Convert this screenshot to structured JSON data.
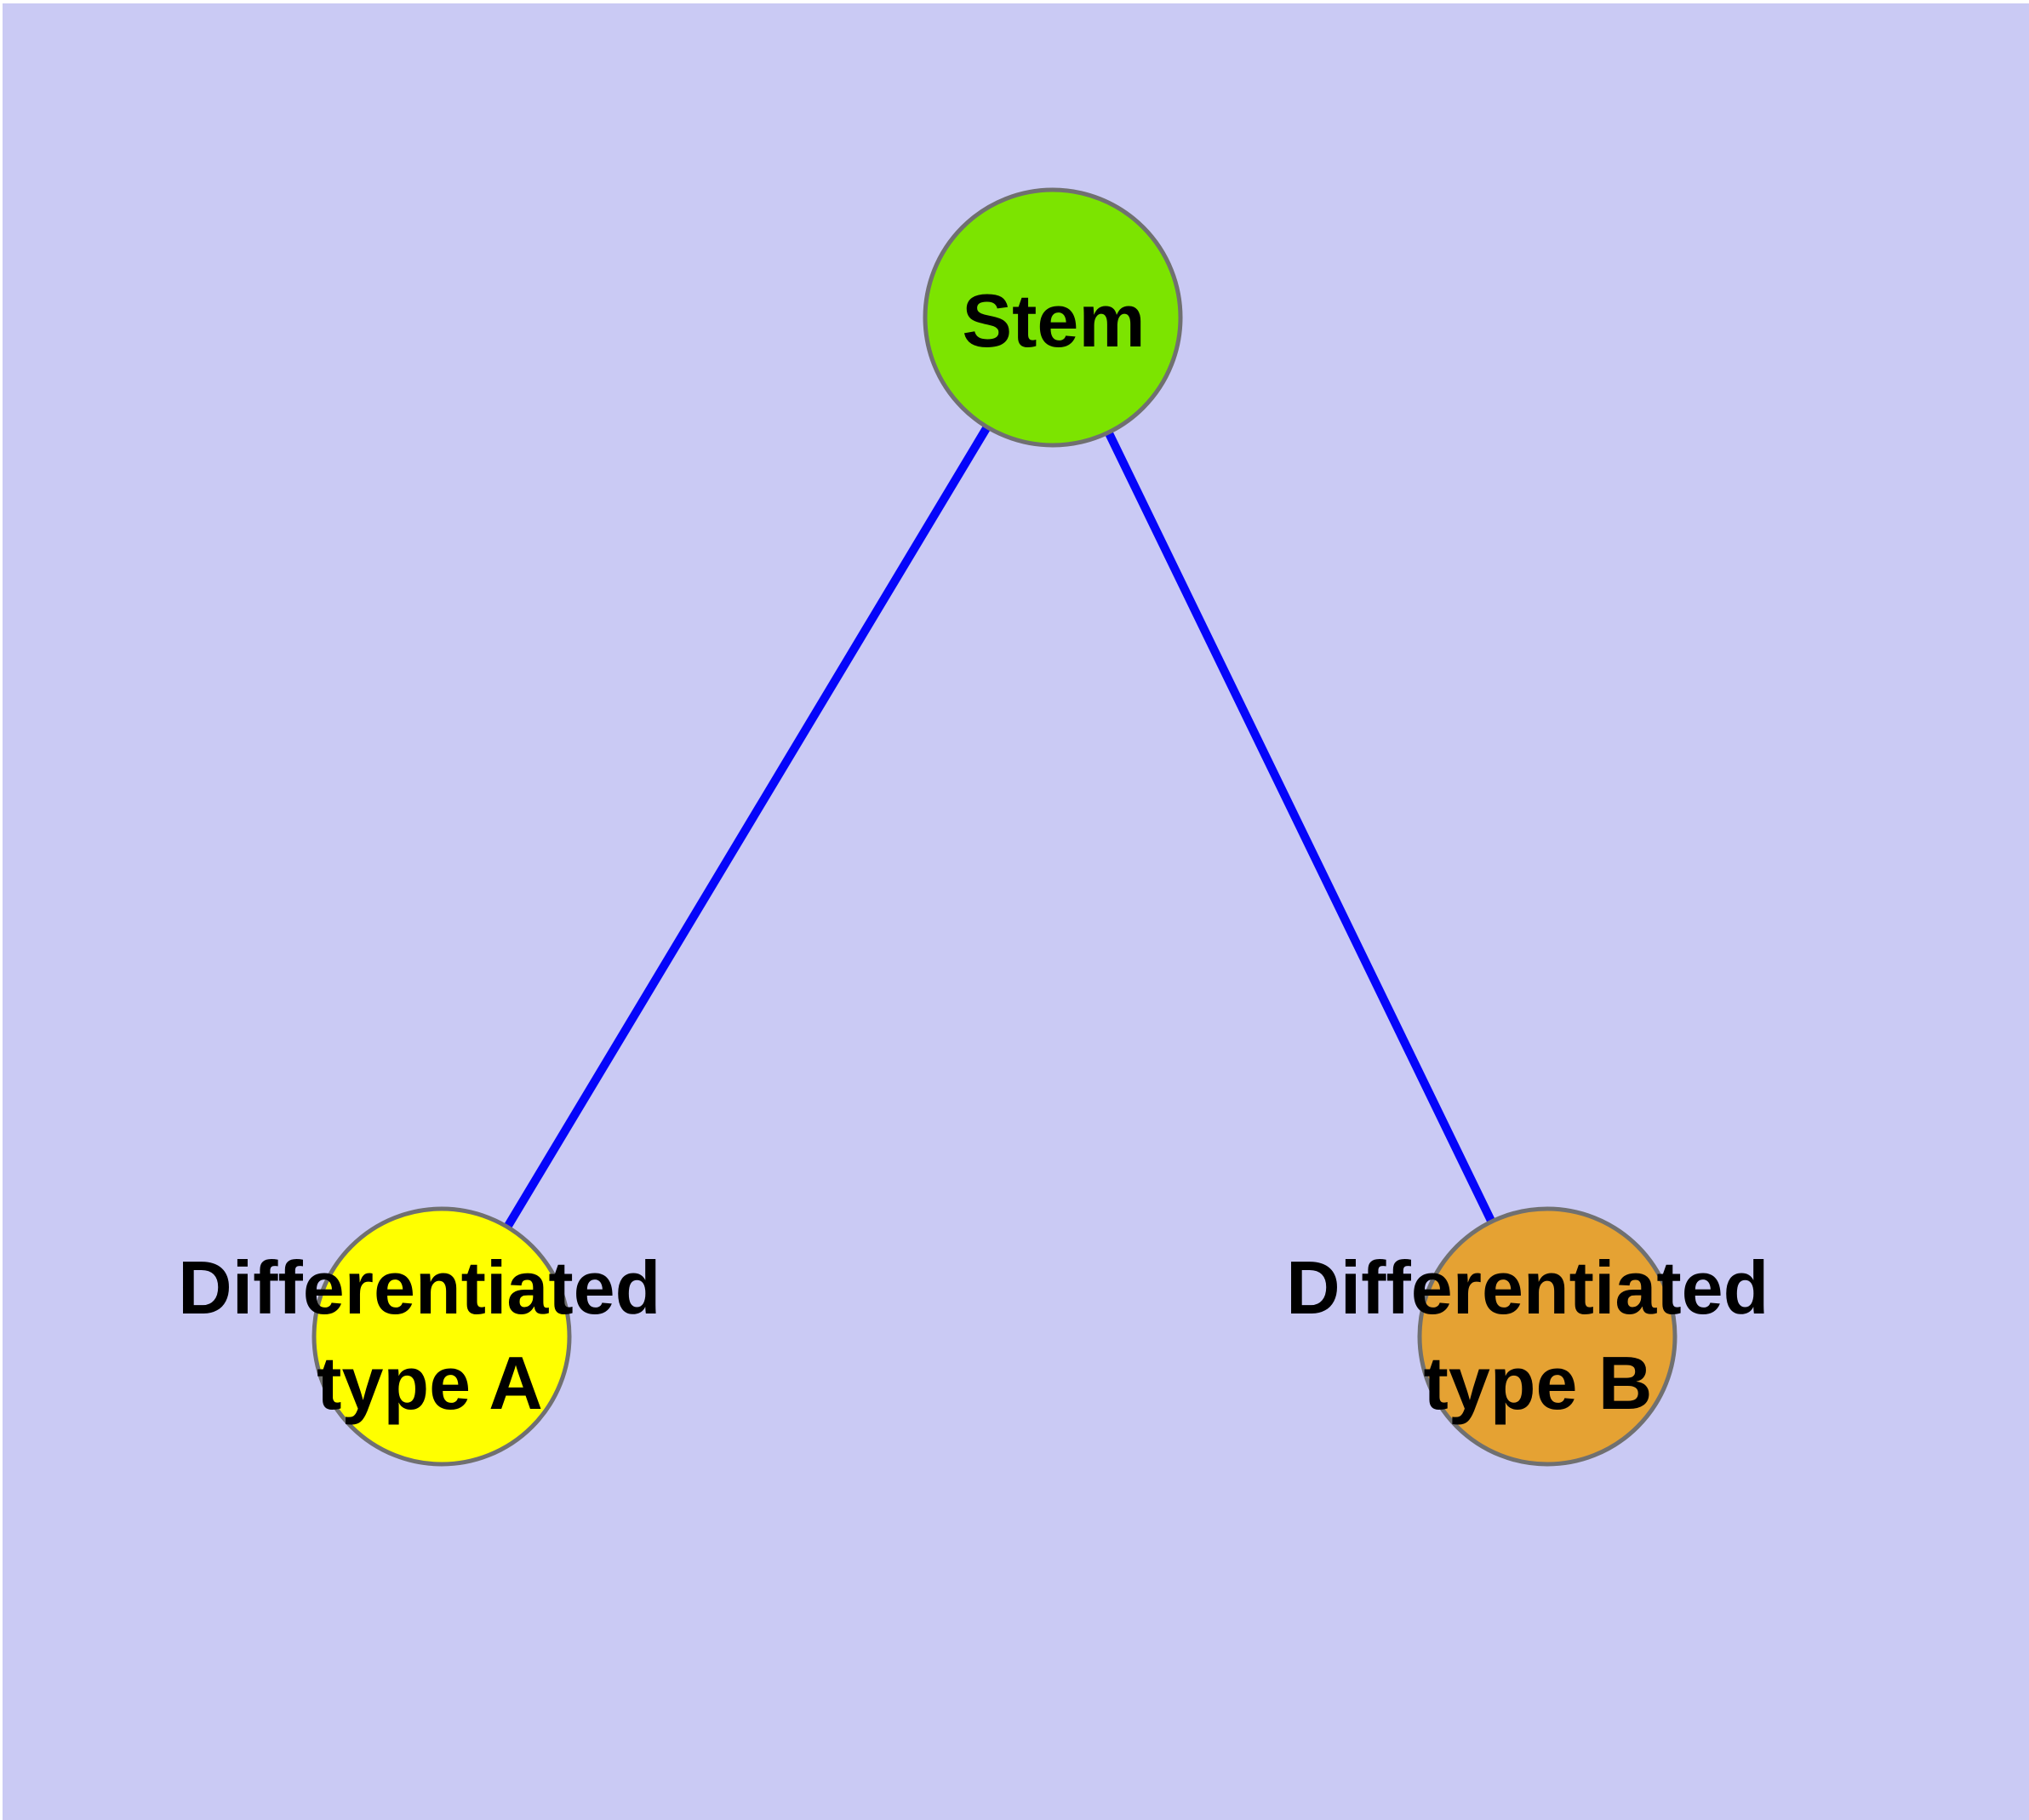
{
  "diagram": {
    "background_color": "#CACAF4",
    "edge_color": "#0505FA",
    "node_border_color": "#707070",
    "label_color": "#000000",
    "nodes": {
      "stem": {
        "label": "Stem",
        "color": "#7CE400"
      },
      "diff_a": {
        "label_line1": "Differentiated",
        "label_line2": "type A",
        "color": "#FFFF00"
      },
      "diff_b": {
        "label_line1": "Differentiated",
        "label_line2": "type B",
        "color": "#E5A233"
      }
    },
    "edges": [
      {
        "from": "Stem",
        "to": "Differentiated type A"
      },
      {
        "from": "Stem",
        "to": "Differentiated type B"
      }
    ]
  }
}
